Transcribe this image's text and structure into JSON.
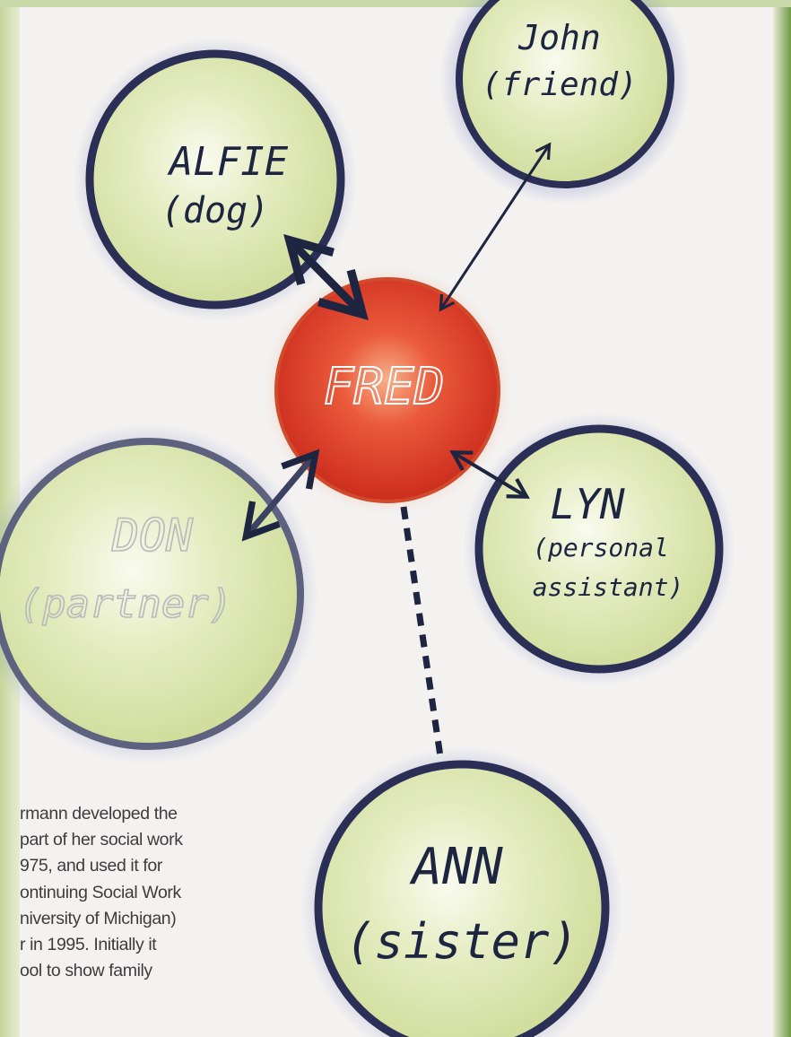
{
  "colors": {
    "node_fill": "#e1eab8",
    "node_ring": "#2b2f55",
    "center_fill": "#e23a2a",
    "ink": "#1d2540"
  },
  "center": {
    "name": "FRED"
  },
  "people": {
    "alfie": {
      "name": "ALFIE",
      "relation": "(dog)"
    },
    "john": {
      "name": "John",
      "relation": "(friend)"
    },
    "don": {
      "name": "DON",
      "relation": "(partner)"
    },
    "lyn": {
      "name": "LYN",
      "relation_line1": "(personal",
      "relation_line2": "assistant)"
    },
    "ann": {
      "name": "ANN",
      "relation": "(sister)"
    }
  },
  "body_text": [
    "rmann developed the",
    "part of her social work",
    "975, and used it for",
    "ontinuing Social Work",
    "niversity of Michigan)",
    "r in 1995. Initially it",
    "ool to show family"
  ]
}
